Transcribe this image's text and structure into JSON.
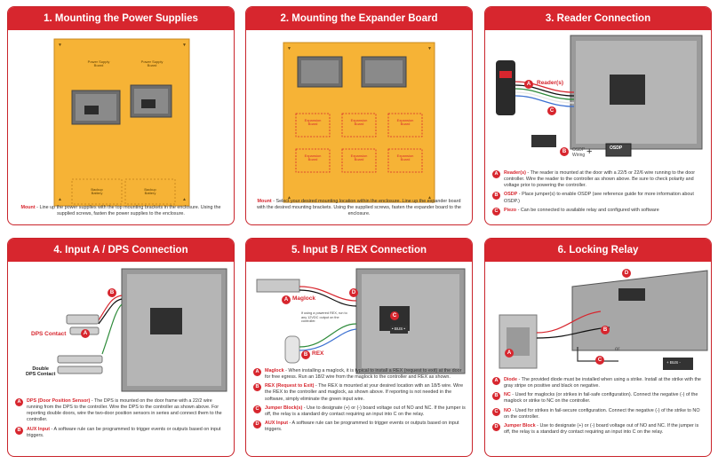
{
  "panels": {
    "p1": {
      "title": "1. Mounting the Power Supplies",
      "supply_label_1": "Power Supply\nBoard",
      "supply_label_2": "Power Supply\nBoard",
      "backup_label_1": "Backup\nBattery",
      "backup_label_2": "Backup\nBattery",
      "caption_bold": "Mount",
      "caption_text": " - Line up the power supplies with the top mounting brackets in the enclosure. Using the supplied screws, fasten the power supplies to the enclosure."
    },
    "p2": {
      "title": "2. Mounting the Expander Board",
      "expansion_label": "Expansion\nBoard",
      "caption_bold": "Mount",
      "caption_text": " - Select your desired mounting location within the enclosure. Line up the expander board with the desired mounting brackets. Using the supplied screws, fasten the expander board to the enclosure."
    },
    "p3": {
      "title": "3. Reader Connection",
      "reader_label": "Reader(s)",
      "osdp_wiring": "OSDP\nWiring",
      "osdp_tag": "OSDP",
      "legend": [
        {
          "letter": "A",
          "bold": "Reader(s)",
          "text": " - The reader is mounted at the door with a 22/5 or 22/6 wire running to the door controller. Wire the reader to the controller as shown above. Be sure to check polarity and voltage prior to powering the controller."
        },
        {
          "letter": "B",
          "bold": "OSDP",
          "text": " - Place jumper(s) to enable OSDP (see reference guide for more information about OSDP.)"
        },
        {
          "letter": "C",
          "bold": "Piezo",
          "text": " - Can be connected to available relay and configured with software"
        }
      ]
    },
    "p4": {
      "title": "4. Input A / DPS Connection",
      "dps_contact": "DPS Contact",
      "double_dps": "Double\nDPS Contact",
      "legend": [
        {
          "letter": "A",
          "bold": "DPS (Door Position Sensor)",
          "text": " - The DPS is mounted on the door frame with a 22/2 wire running from the DPS to the controller. Wire the DPS to the controller as shown above. For reporting double doors, wire the two-door position sensors in series and connect them to the controller."
        },
        {
          "letter": "B",
          "bold": "AUX Input",
          "text": " - A software rule can be programmed to trigger events or outputs based on input triggers."
        }
      ]
    },
    "p5": {
      "title": "5. Input B / REX Connection",
      "maglock": "Maglock",
      "rex": "REX",
      "note": "If using a powered REX, run to any 12VDC output on the controller.",
      "bus_tag": "• BUS •",
      "legend": [
        {
          "letter": "A",
          "bold": "Maglock",
          "text": " - When installing a maglock, it is typical to install a REX (request to exit) at the door for free egress. Run an 18/2 wire from the maglock to the controller and REX as shown."
        },
        {
          "letter": "B",
          "bold": "REX (Request to Exit)",
          "text": " - The REX is mounted at your desired location with an 18/5 wire. Wire the REX to the controller and maglock, as shown above. If reporting is not needed in the software, simply eliminate the green input wire."
        },
        {
          "letter": "C",
          "bold": "Jumper Block(s)",
          "text": " - Use to designate (+) or (-) board voltage out of NO and NC. If the jumper is off, the relay is a standard dry contact requiring an input into C on the relay."
        },
        {
          "letter": "D",
          "bold": "AUX Input",
          "text": " - A software rule can be programmed to trigger events or outputs based on input triggers."
        }
      ]
    },
    "p6": {
      "title": "6. Locking Relay",
      "or_text": "or",
      "bus_tag": "+ BUS -",
      "legend": [
        {
          "letter": "A",
          "bold": "Diode",
          "text": " - The provided diode must be installed when using a strike. Install at the strike with the gray stripe on positive and black on negative."
        },
        {
          "letter": "B",
          "bold": "NC",
          "text": " - Used for maglocks (or strikes in fail-safe configuration). Connect the negative (-) of the maglock or strike to NC on the controller."
        },
        {
          "letter": "C",
          "bold": "NO",
          "text": " - Used for strikes in fail-secure configuration. Connect the negative (-) of the strike to NO on the controller."
        },
        {
          "letter": "D",
          "bold": "Jumper Block",
          "text": " - Use to designate (+) or (-) board voltage out of NO and NC. If the jumper is off, the relay is a standard dry contact requiring an input into C on the relay."
        }
      ]
    }
  }
}
